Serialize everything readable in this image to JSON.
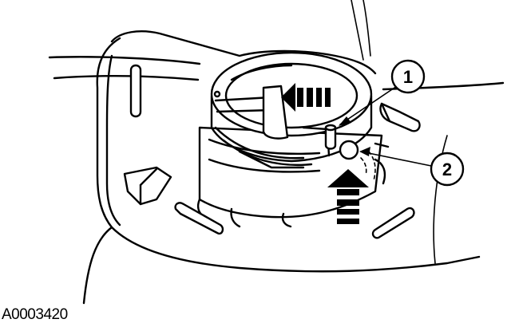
{
  "callouts": [
    {
      "label": "1"
    },
    {
      "label": "2"
    }
  ],
  "figure_id": "A0003420",
  "colors": {
    "line": "#000000",
    "background": "#ffffff"
  },
  "icons": [
    "left-arrow-icon",
    "up-arrow-icon"
  ]
}
